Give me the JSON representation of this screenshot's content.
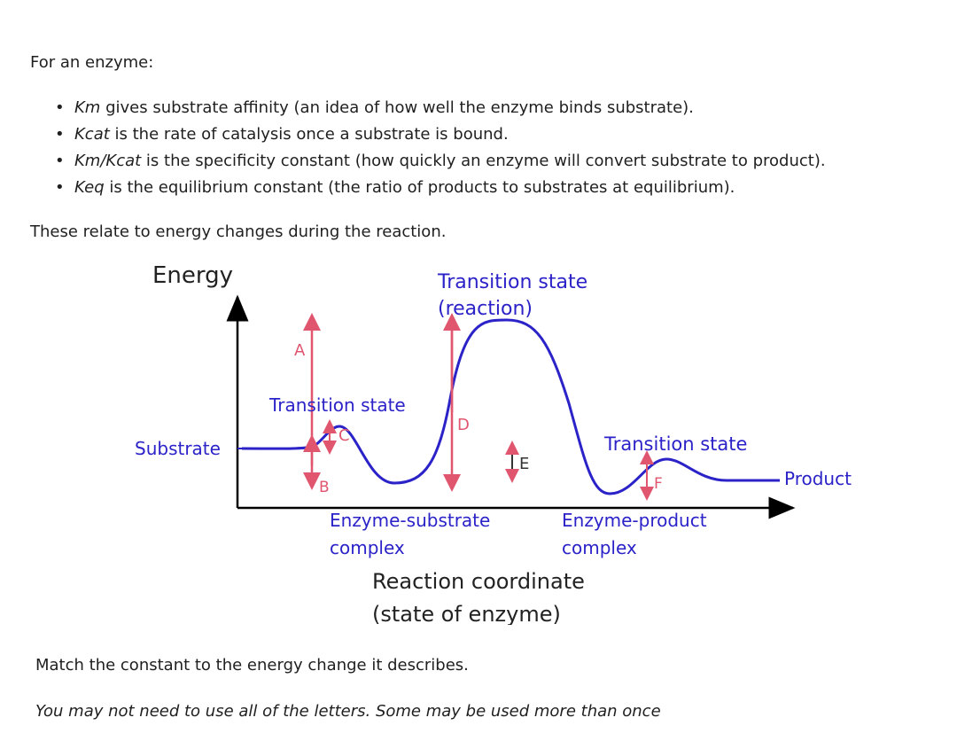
{
  "intro": "For an enzyme:",
  "bullets": [
    {
      "term": "Km",
      "text": " gives substrate affinity (an idea of how well the enzyme binds substrate)."
    },
    {
      "term": "Kcat",
      "text": " is the rate of catalysis once a substrate is bound."
    },
    {
      "term": "Km/Kcat",
      "text": " is the specificity constant (how quickly an enzyme will convert substrate to product)."
    },
    {
      "term": "Keq",
      "text": " is the equilibrium constant (the ratio of products to substrates at equilibrium)."
    }
  ],
  "relate_text": "These relate to energy changes during the reaction.",
  "diagram": {
    "y_axis_label": "Energy",
    "x_axis_label_line1": "Reaction coordinate",
    "x_axis_label_line2": "(state of enzyme)",
    "substrate_label": "Substrate",
    "product_label": "Product",
    "ts1_label": "Transition state",
    "ts2_label_line1": "Transition state",
    "ts2_label_line2": "(reaction)",
    "ts3_label": "Transition state",
    "es_complex_line1": "Enzyme-substrate",
    "es_complex_line2": "complex",
    "ep_complex_line1": "Enzyme-product",
    "ep_complex_line2": "complex",
    "letters": {
      "A": "A",
      "B": "B",
      "C": "C",
      "D": "D",
      "E": "E",
      "F": "F"
    },
    "colors": {
      "curve": "#2b22c8",
      "arrows": "#e0566f",
      "axis": "#000000"
    }
  },
  "match_text": "Match the constant to the energy change it describes.",
  "note_text": "You may not need to use all of the letters. Some may be used more than once"
}
